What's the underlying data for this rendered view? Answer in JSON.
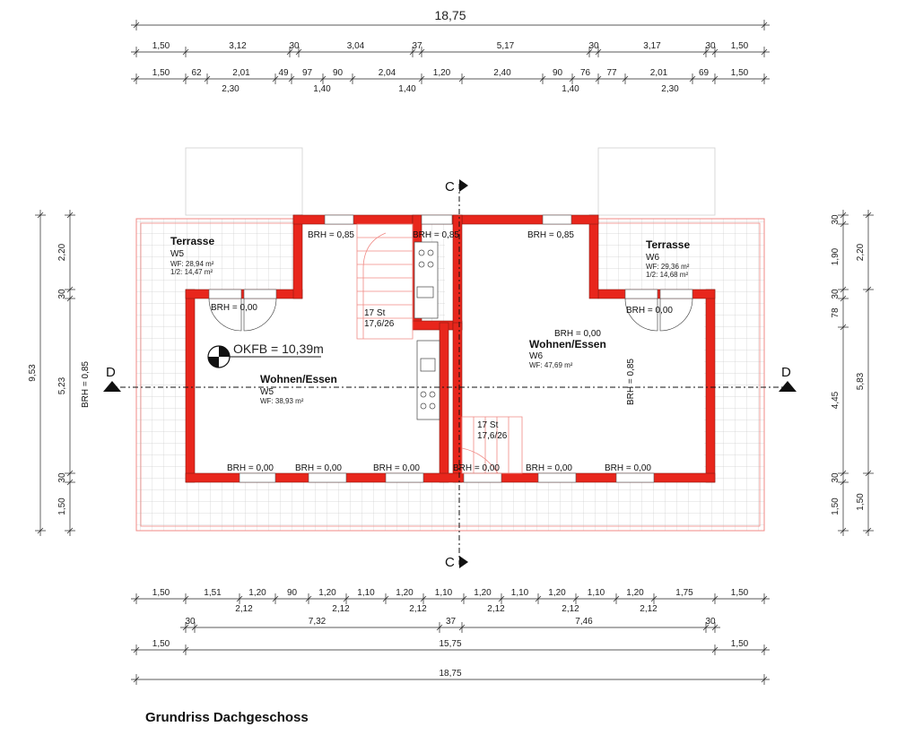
{
  "title": "Grundriss Dachgeschoss",
  "colors": {
    "wall": "#e8261c",
    "outline": "#f08a85",
    "tile": "#cfcfcf",
    "dim": "#222222"
  },
  "dims": {
    "top_total": "18,75",
    "top_row1": [
      "1,50",
      "3,12",
      "30",
      "3,04",
      "37",
      "5,17",
      "30",
      "3,17",
      "30",
      "1,50"
    ],
    "top_row2a": [
      "1,50",
      "62",
      "2,01",
      "49",
      "97",
      "90",
      "2,04",
      "1,20",
      "2,40",
      "90",
      "76",
      "77",
      "2,01",
      "69",
      "1,50"
    ],
    "top_row2b": [
      "2,30",
      "1,40",
      "1,40",
      "1,40",
      "2,30"
    ],
    "bottom_row1": [
      "1,50",
      "1,51",
      "1,20",
      "90",
      "1,20",
      "1,10",
      "1,20",
      "1,10",
      "1,20",
      "1,10",
      "1,20",
      "1,10",
      "1,20",
      "1,75",
      "1,50"
    ],
    "bottom_row1b": [
      "2,12",
      "2,12",
      "2,12",
      "2,12",
      "2,12",
      "2,12"
    ],
    "bottom_row2": [
      "30",
      "7,32",
      "37",
      "7,46",
      "30"
    ],
    "bottom_row3": [
      "1,50",
      "15,75",
      "1,50"
    ],
    "bottom_total": "18,75",
    "left_outer": "9,53",
    "left_inner": [
      "2,20",
      "30",
      "5,23",
      "30",
      "1,50"
    ],
    "right_inner_a": [
      "30",
      "1,90",
      "30",
      "78",
      "4,45",
      "30",
      "1,50"
    ],
    "right_outer": [
      "2,20",
      "5,83",
      "1,50"
    ]
  },
  "rooms": {
    "terrace_w5": {
      "name": "Terrasse",
      "unit": "W5",
      "wf": "WF: 28,94  m²",
      "half": "1/2: 14,47  m²"
    },
    "terrace_w6": {
      "name": "Terrasse",
      "unit": "W6",
      "wf": "WF: 29,36  m²",
      "half": "1/2: 14,68  m²"
    },
    "living_w5": {
      "name": "Wohnen/Essen",
      "unit": "W5",
      "wf": "WF: 38,93  m²"
    },
    "living_w6": {
      "name": "Wohnen/Essen",
      "unit": "W6",
      "wf": "WF: 47,69  m²"
    }
  },
  "labels": {
    "okfb": "OKFB = 10,39m",
    "stairs_left": [
      "17 St",
      "17,6/26"
    ],
    "stairs_right": [
      "17 St",
      "17,6/26"
    ],
    "brh_085": "BRH = 0,85",
    "brh_000": "BRH = 0,00",
    "section_c": "C",
    "section_d": "D"
  }
}
